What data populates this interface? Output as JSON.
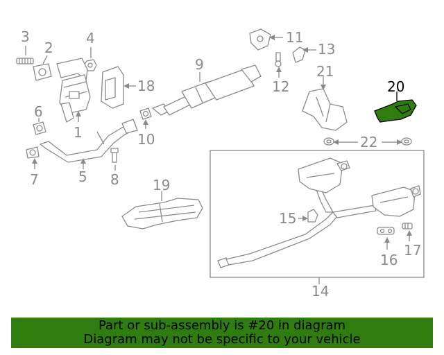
{
  "diagram": {
    "callouts": {
      "c1": "1",
      "c2": "2",
      "c3": "3",
      "c4": "4",
      "c5": "5",
      "c6": "6",
      "c7": "7",
      "c8": "8",
      "c9": "9",
      "c10": "10",
      "c11": "11",
      "c12": "12",
      "c13": "13",
      "c14": "14",
      "c15": "15",
      "c16": "16",
      "c17": "17",
      "c18": "18",
      "c19": "19",
      "c20": "20",
      "c21": "21",
      "c22": "22"
    },
    "highlight_color": "#2e7d0e",
    "line_color": "#8a8a8a"
  },
  "banner": {
    "line1": "Part or sub-assembly is #20 in diagram",
    "line2": "Diagram may not be specific to your vehicle",
    "background": "#2e7d0e"
  }
}
